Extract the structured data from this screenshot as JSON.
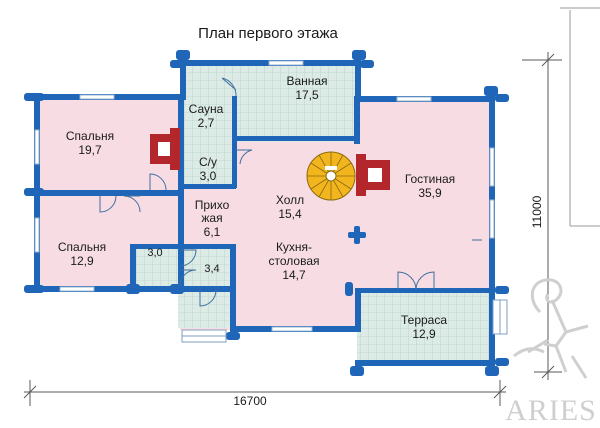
{
  "title": "План первого этажа",
  "rooms": [
    {
      "name": "Ванная",
      "area": "17,5"
    },
    {
      "name": "Сауна",
      "area": "2,7"
    },
    {
      "name": "Спальня",
      "area": "19,7"
    },
    {
      "name": "С/у",
      "area": "3,0"
    },
    {
      "name": "Гостиная",
      "area": "35,9"
    },
    {
      "name": "Холл",
      "area": "15,4"
    },
    {
      "name": "Прихо",
      "name2": "жая",
      "area": "6,1"
    },
    {
      "name": "Спальня",
      "area": "12,9"
    },
    {
      "name": "Кухня-",
      "name2": "столовая",
      "area": "14,7"
    },
    {
      "name": "Терраса",
      "area": "12,9"
    }
  ],
  "small_rooms": [
    "3,0",
    "3,4"
  ],
  "dimensions": {
    "width": "16700",
    "depth": "11000"
  },
  "watermark": "ARIES",
  "colors": {
    "wall": "#1f66b8",
    "floor": "#f7dde3",
    "tile": "#dcebe6",
    "grid": "#a9c7bf",
    "fireplace": "#b3262c",
    "stair": "#f2b51d"
  }
}
